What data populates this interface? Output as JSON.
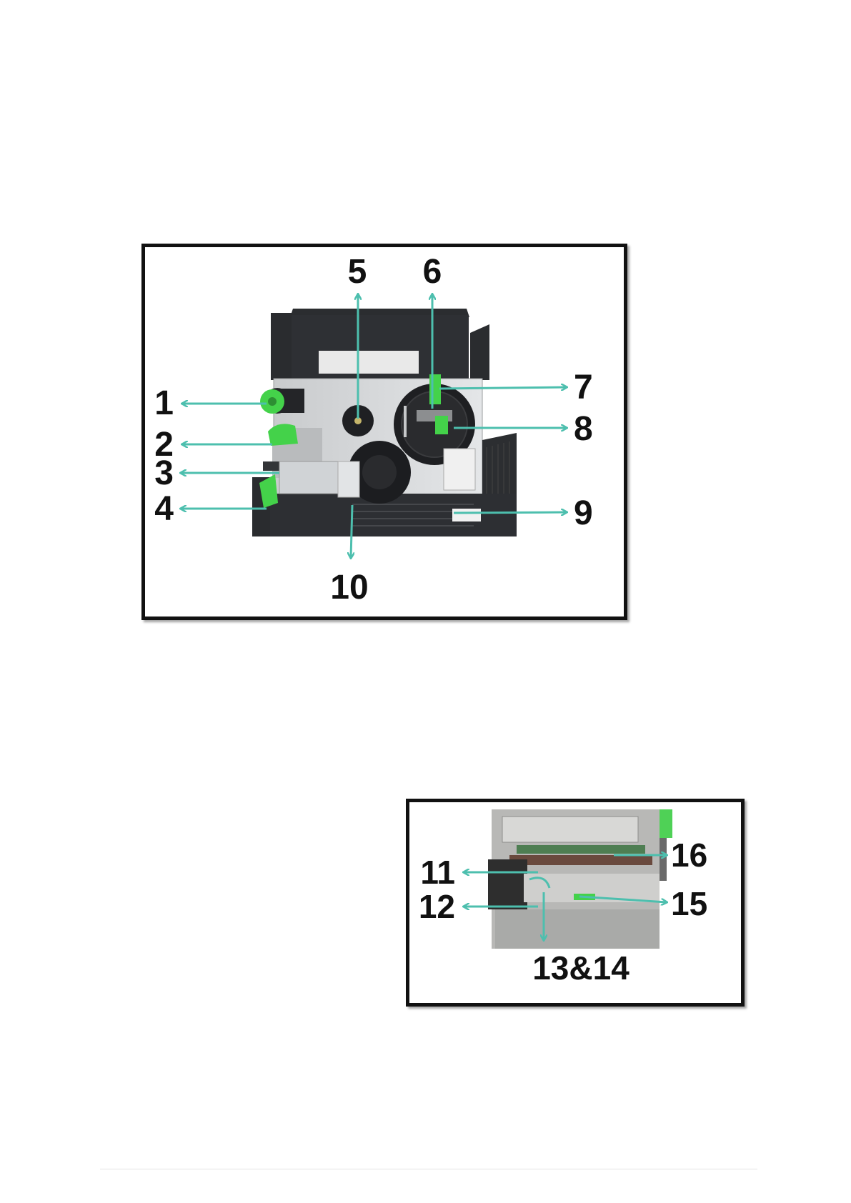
{
  "figure_top": {
    "callouts": [
      "1",
      "2",
      "3",
      "4",
      "5",
      "6",
      "7",
      "8",
      "9",
      "10"
    ]
  },
  "figure_bottom": {
    "callouts": [
      "11",
      "12",
      "13&14",
      "15",
      "16"
    ]
  },
  "colors": {
    "arrow": "#4dbfae",
    "accent_green": "#44d24a",
    "frame": "#111111"
  }
}
